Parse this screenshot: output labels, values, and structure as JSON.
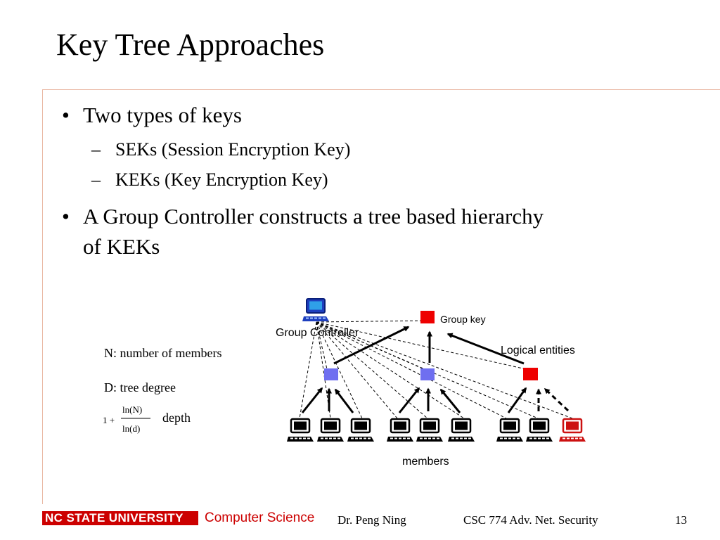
{
  "slide": {
    "title": "Key Tree Approaches",
    "bullets": [
      {
        "text": "Two types of keys",
        "subitems": [
          "SEKs (Session Encryption Key)",
          "KEKs (Key Encryption Key)"
        ]
      },
      {
        "text_line1": "A Group Controller constructs a tree based hierarchy",
        "text_line2": "of KEKs"
      }
    ],
    "bullet_glyph": "•",
    "sub_bullet_glyph": "–"
  },
  "diagram": {
    "group_controller_label": "Group Controller",
    "group_key_label": "Group key",
    "logical_entities_label": "Logical entities",
    "members_label": "members",
    "n_label": "N: number of members",
    "d_label": "D: tree degree",
    "formula": {
      "one_plus": "1 +",
      "numerator": "ln(N)",
      "denominator": "ln(d)"
    },
    "depth_label": "depth",
    "colors": {
      "group_key": "#ee0000",
      "blue_node": "#6f6ff0",
      "red_node": "#ee0000",
      "highlighted_member": "#cc1111",
      "frame_line": "#e9b7a2"
    },
    "icons": [
      "computer-icon"
    ]
  },
  "footer": {
    "university": "NC STATE UNIVERSITY",
    "department": "Computer Science",
    "author": "Dr. Peng Ning",
    "course": "CSC 774 Adv. Net. Security",
    "page": "13"
  }
}
